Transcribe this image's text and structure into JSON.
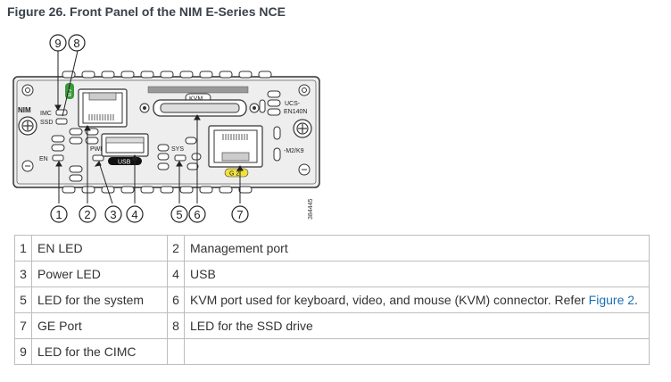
{
  "figure": {
    "title": "Figure 26. Front Panel of the NIM E-Series NCE",
    "panel_labels": {
      "nim": "NIM",
      "imc": "IMC",
      "ssd": "SSD",
      "en": "EN",
      "pwr": "PWR",
      "sys": "SYS",
      "kvm": "KVM",
      "usb": "USB",
      "model_line1": "UCS-",
      "model_line2": "EN140N",
      "model_line3": "-M2/K9",
      "ge": "G 2",
      "m2": "M.2"
    },
    "callouts": [
      "1",
      "2",
      "3",
      "4",
      "5",
      "6",
      "7",
      "8",
      "9"
    ],
    "art_id": "384445"
  },
  "legend": {
    "rows": [
      {
        "n1": "1",
        "d1": "EN LED",
        "n2": "2",
        "d2": "Management port",
        "link": ""
      },
      {
        "n1": "3",
        "d1": "Power LED",
        "n2": "4",
        "d2": "USB",
        "link": ""
      },
      {
        "n1": "5",
        "d1": "LED for the system",
        "n2": "6",
        "d2": "KVM port used for keyboard, video, and mouse (KVM) connector. Refer ",
        "link": "Figure 2",
        "tail": "."
      },
      {
        "n1": "7",
        "d1": "GE Port",
        "n2": "8",
        "d2": "LED for the SSD drive",
        "link": ""
      },
      {
        "n1": "9",
        "d1": "LED for the CIMC",
        "n2": "",
        "d2": "",
        "link": ""
      }
    ]
  },
  "colors": {
    "title": "#39414a",
    "link": "#1a6fb5",
    "ge_badge": "#f2e33b",
    "m2_badge": "#3a9a3a",
    "panel_fill": "#eeeeee"
  }
}
